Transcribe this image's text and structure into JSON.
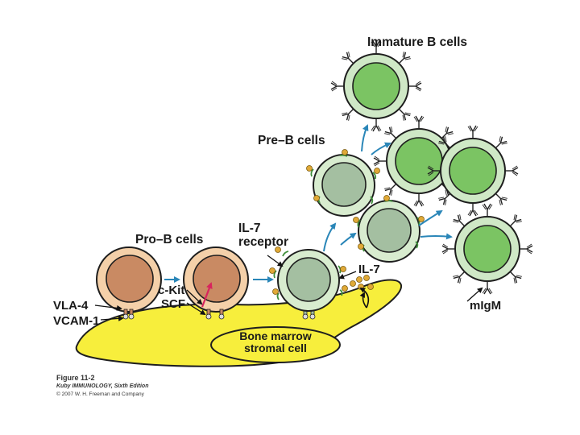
{
  "labels": {
    "immature_b_cells": "Immature B cells",
    "pre_b_cells": "Pre–B cells",
    "pro_b_cells": "Pro–B cells",
    "il7_receptor_line1": "IL-7",
    "il7_receptor_line2": "receptor",
    "il7": "IL-7",
    "ckit": "c-Kit",
    "scf": "SCF",
    "vla4": "VLA-4",
    "vcam1": "VCAM-1",
    "migm": "mIgM",
    "stromal_line1": "Bone marrow",
    "stromal_line2": "stromal cell"
  },
  "caption": {
    "figure": "Figure 11-2",
    "book": "Kuby IMMUNOLOGY, Sixth Edition",
    "copyright": "© 2007 W. H. Freeman and Company"
  },
  "colors": {
    "stromal_fill": "#f7ee3c",
    "pro_cell": "#f4d0a9",
    "pro_nucleus": "#c98a63",
    "pre_cell": "#d8eccf",
    "pre_nucleus": "#a4bfa1",
    "immature_cell": "#cfe8c6",
    "immature_nucleus": "#7bc463",
    "arrow_blue": "#2a86b8",
    "arrow_red": "#d8245e",
    "il7_dot": "#e0a937",
    "receptor_green": "#3f8f3a"
  }
}
